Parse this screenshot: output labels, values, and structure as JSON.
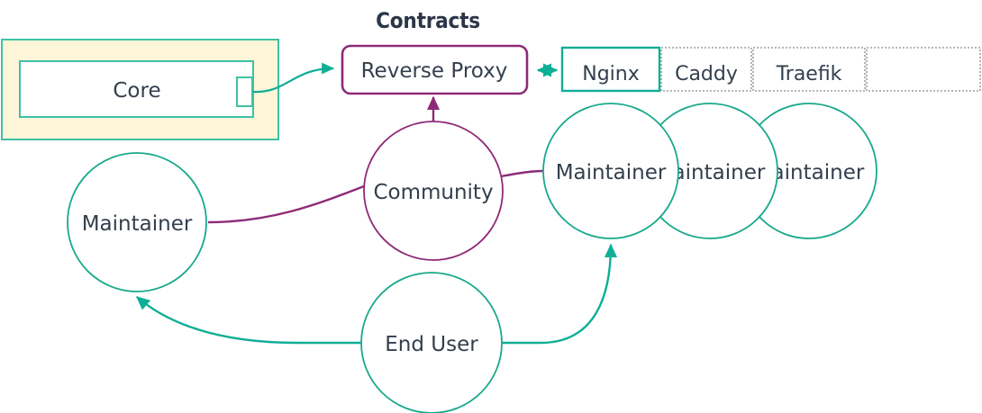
{
  "diagram": {
    "title": "Contracts",
    "colors": {
      "teal": "#0fae96",
      "teal_light": "#36b9a4",
      "purple": "#8e2a77",
      "text": "#333f4e",
      "group_fill": "#fdf6d8",
      "group_stroke": "#3fc1a5",
      "dotted_border": "#9aa0a6"
    },
    "group_box": {
      "name": "core-group",
      "inner_label": "Core"
    },
    "reverse_proxy": {
      "label": "Reverse Proxy"
    },
    "implementations": {
      "items": [
        {
          "label": "Nginx",
          "selected": true
        },
        {
          "label": "Caddy",
          "selected": false
        },
        {
          "label": "Traefik",
          "selected": false
        },
        {
          "label": "",
          "selected": false
        }
      ]
    },
    "actors": {
      "community": "Community",
      "maintainer_left": "Maintainer",
      "maintainer_stack": [
        "Maintainer",
        "Maintainer",
        "Maintainer"
      ],
      "end_user": "End User"
    }
  }
}
